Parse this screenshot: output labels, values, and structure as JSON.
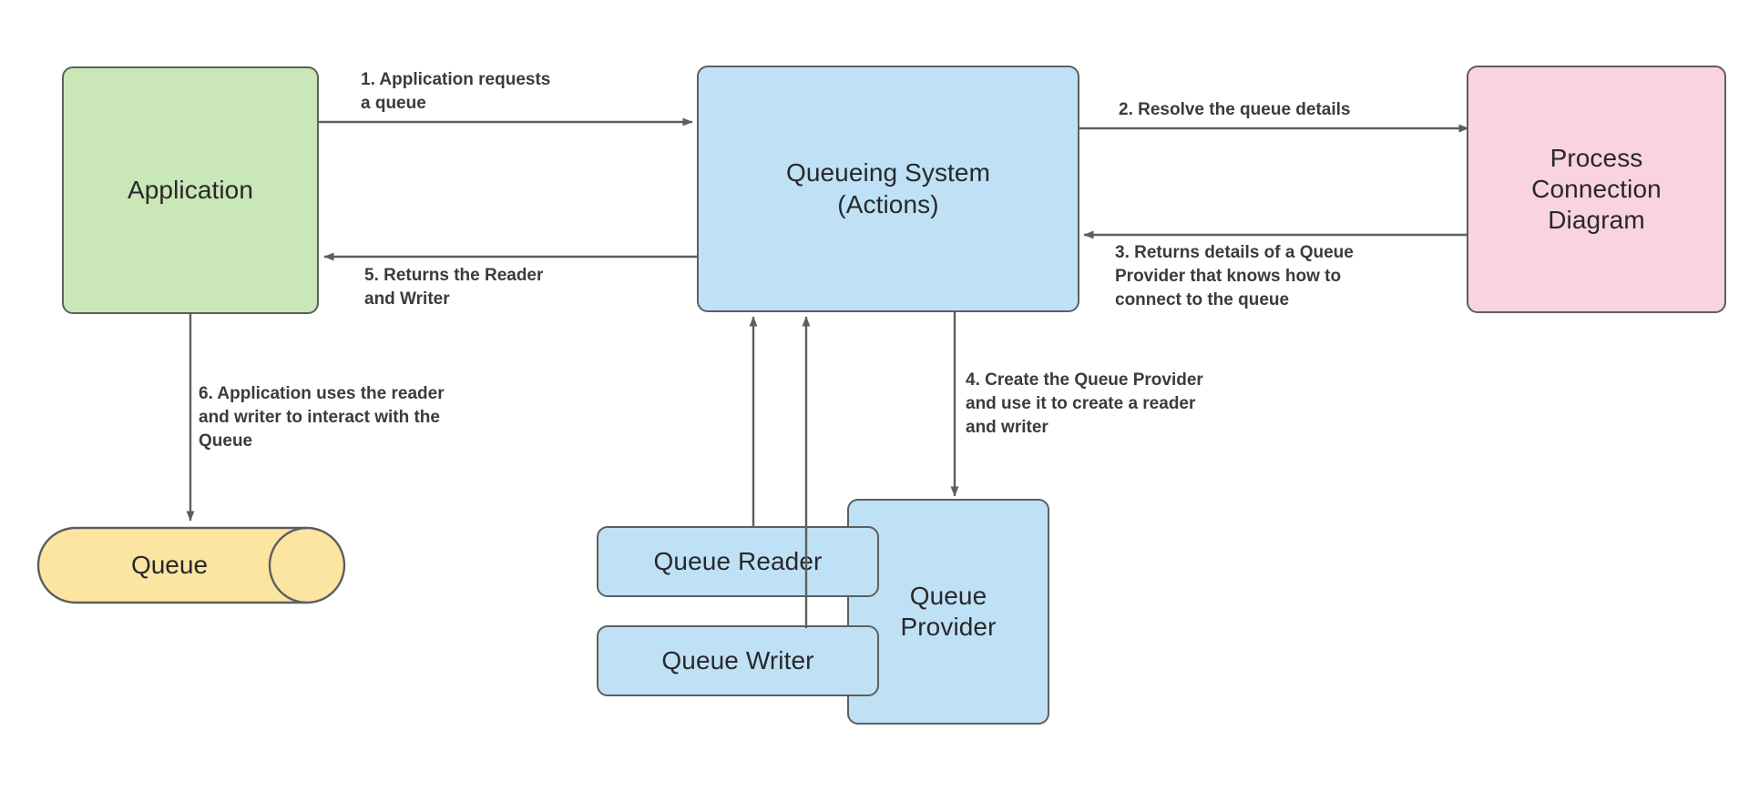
{
  "diagram": {
    "title": "Queueing System Process Flow",
    "background": "#ffffff",
    "stroke": "#5e5e5e",
    "text_color": "#28282b",
    "label_color": "#3b3b3d",
    "colors": {
      "green": "#c9e7b7",
      "blue": "#bfe1f6",
      "pink": "#f9d3e0",
      "yellow": "#fbe5a1"
    }
  },
  "nodes": {
    "application": {
      "label": "Application",
      "fill": "#c9e7b7"
    },
    "queueing_system": {
      "label": "Queueing System\n(Actions)",
      "fill": "#bfe1f6"
    },
    "process_connection_diagram": {
      "label": "Process\nConnection\nDiagram",
      "fill": "#f9d3e0"
    },
    "queue": {
      "label": "Queue",
      "fill": "#fbe5a1"
    },
    "queue_reader": {
      "label": "Queue Reader",
      "fill": "#bfe1f6"
    },
    "queue_writer": {
      "label": "Queue Writer",
      "fill": "#bfe1f6"
    },
    "queue_provider": {
      "label": "Queue\nProvider",
      "fill": "#bfe1f6"
    }
  },
  "edges": [
    {
      "id": 1,
      "label": "1. Application requests\na queue",
      "from": "application",
      "to": "queueing_system",
      "direction": "right"
    },
    {
      "id": 2,
      "label": "2. Resolve the queue details",
      "from": "queueing_system",
      "to": "process_connection_diagram",
      "direction": "right"
    },
    {
      "id": 3,
      "label": "3. Returns details of a Queue\nProvider that knows how to\nconnect to the queue",
      "from": "process_connection_diagram",
      "to": "queueing_system",
      "direction": "left"
    },
    {
      "id": 4,
      "label": "4. Create the Queue Provider\nand use it to create a reader\nand writer",
      "from": "queueing_system",
      "to": "queue_provider",
      "direction": "down"
    },
    {
      "id": 5,
      "label": "5. Returns the Reader\nand Writer",
      "from": "queueing_system",
      "to": "application",
      "direction": "left"
    },
    {
      "id": 6,
      "label": "6. Application uses the reader\nand writer to interact with the\nQueue",
      "from": "application",
      "to": "queue",
      "direction": "down"
    },
    {
      "id": 7,
      "label": "",
      "from": "queue_reader",
      "to": "queueing_system",
      "direction": "up"
    },
    {
      "id": 8,
      "label": "",
      "from": "queue_writer",
      "to": "queueing_system",
      "direction": "up"
    }
  ]
}
